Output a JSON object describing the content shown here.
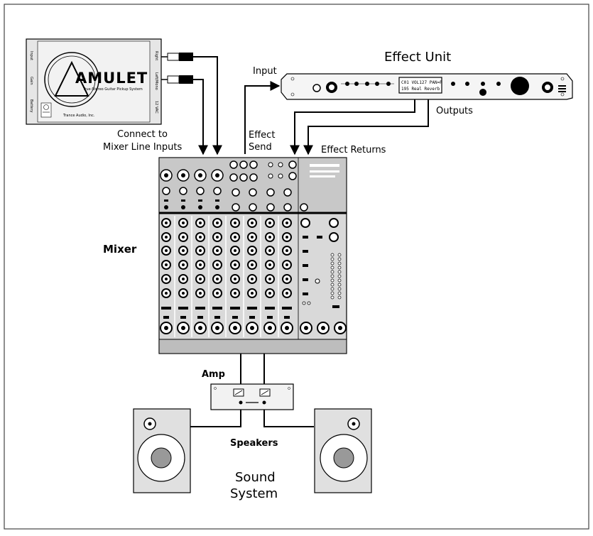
{
  "labels": {
    "effect_unit": "Effect Unit",
    "input": "Input",
    "outputs": "Outputs",
    "connect_line1": "Connect to",
    "connect_line2": "Mixer Line Inputs",
    "effect_send_line1": "Effect",
    "effect_send_line2": "Send",
    "effect_returns": "Effect Returns",
    "mixer": "Mixer",
    "amp": "Amp",
    "speakers": "Speakers",
    "sound_system_line1": "Sound",
    "sound_system_line2": "System"
  },
  "amulet": {
    "brand": "AMULET",
    "tagline": "True-Stereo Guitar Pickup System",
    "maker": "Trance Audio, Inc.",
    "side_left": [
      "Input",
      "Gain",
      "Battery"
    ],
    "side_right": [
      "Right",
      "Left/Mono",
      "12 VAC"
    ]
  },
  "effect_display": {
    "line1": "C01 VOL127 PAN=P",
    "line2": "195 Real Reverb"
  },
  "colors": {
    "line": "#000000",
    "mixer_panel": "#d9d9d9",
    "mixer_top": "#c8c8c8",
    "amulet_box": "#e6e6e6",
    "speaker_box": "#e0e0e0",
    "speaker_cone": "#999999",
    "border": "#444444"
  }
}
